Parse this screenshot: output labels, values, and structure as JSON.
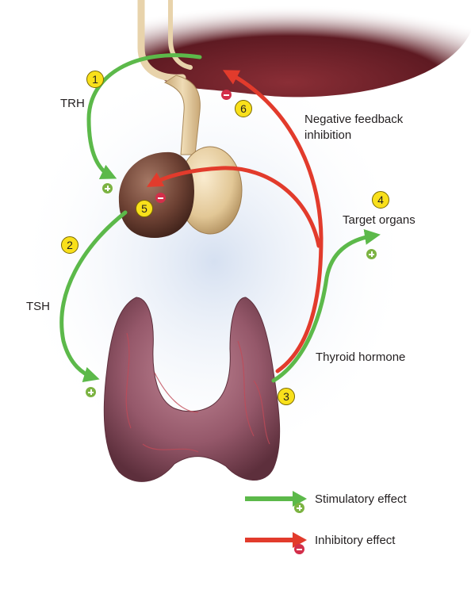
{
  "labels": {
    "trh": "TRH",
    "tsh": "TSH",
    "negative_feedback": "Negative feedback inhibition",
    "target_organs": "Target organs",
    "thyroid_hormone": "Thyroid hormone"
  },
  "steps": [
    "1",
    "2",
    "3",
    "4",
    "5",
    "6"
  ],
  "legend": {
    "stimulatory": "Stimulatory effect",
    "inhibitory": "Inhibitory effect"
  },
  "colors": {
    "stimulatory": "#5cb94a",
    "inhibitory": "#e23b2c",
    "badge": "#f9e01b",
    "plus_sign": "#7cb342",
    "minus_sign": "#d32f4a"
  },
  "icons": {
    "plus": "plus-sign-icon",
    "minus": "minus-sign-icon"
  }
}
